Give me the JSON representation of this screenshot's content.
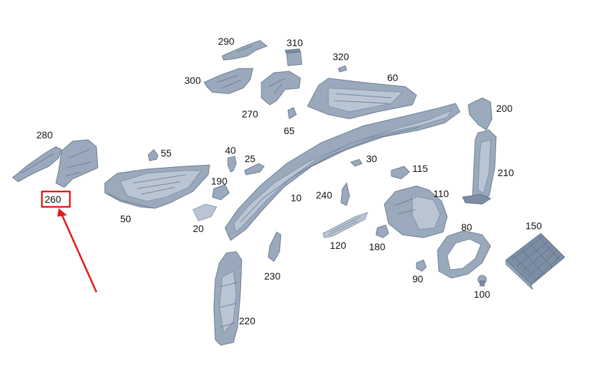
{
  "labels": {
    "p10": "10",
    "p20": "20",
    "p25": "25",
    "p30": "30",
    "p40": "40",
    "p50": "50",
    "p55": "55",
    "p60": "60",
    "p65": "65",
    "p80": "80",
    "p90": "90",
    "p100": "100",
    "p110": "110",
    "p115": "115",
    "p120": "120",
    "p150": "150",
    "p180": "180",
    "p190": "190",
    "p200": "200",
    "p210": "210",
    "p220": "220",
    "p230": "230",
    "p240": "240",
    "p260": "260",
    "p270": "270",
    "p280": "280",
    "p290": "290",
    "p300": "300",
    "p310": "310",
    "p320": "320"
  },
  "highlight": {
    "part": "260",
    "color": "#e31b1b"
  },
  "colors": {
    "part_fill": "#9aa9bb",
    "part_stroke": "#6e7f94"
  }
}
